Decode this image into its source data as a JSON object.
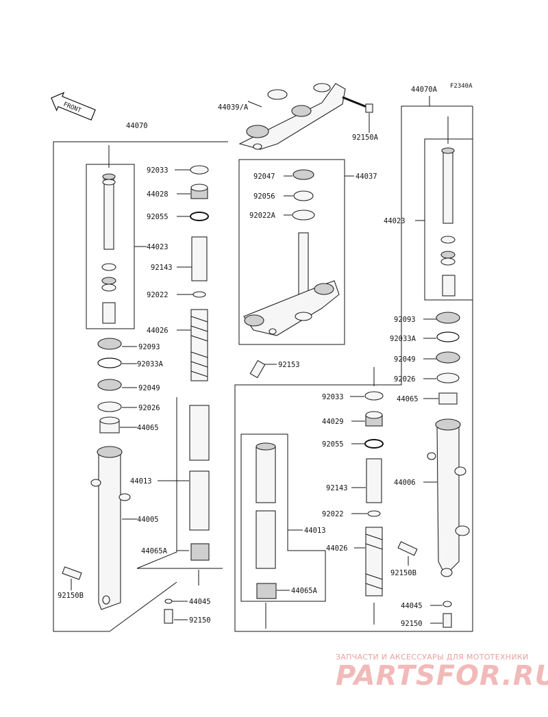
{
  "diagram": {
    "code": "F2340A",
    "front_label": "FRONT",
    "groups": {
      "left_assembly": "44070",
      "right_assembly": "44070A",
      "steering_stem_group": "44037"
    },
    "top": {
      "upper_bracket": "44039/A",
      "bolt": "92150A"
    },
    "stem": {
      "p1": "92047",
      "p2": "92056",
      "p3": "92022A",
      "bolt": "92153"
    },
    "left": {
      "inner_tube_group": "44023",
      "r1": "92033",
      "r2": "44028",
      "r3": "92055",
      "r4": "92143",
      "r5": "92022",
      "r6": "44026",
      "l1": "92093",
      "l2": "92033A",
      "l3": "92049",
      "l4": "92026",
      "l5": "44065",
      "guide": "44013",
      "outer": "44005",
      "guide_bushing": "44065A",
      "gasket": "44045",
      "bottom_bolt": "92150",
      "axle_bolt": "92150B"
    },
    "right": {
      "inner_tube_group": "44023",
      "l1": "92093",
      "l2": "92033A",
      "l3": "92049",
      "l4": "92026",
      "l5": "44065",
      "outer": "44006",
      "axle_bolt": "92150B",
      "gasket": "44045",
      "bottom_bolt": "92150",
      "c1": "92033",
      "c2": "44029",
      "c3": "92055",
      "c4": "92143",
      "c5": "92022",
      "c6": "44026",
      "guide": "44013",
      "guide_bushing": "44065A"
    }
  },
  "watermark": {
    "tagline": "ЗАПЧАСТИ И АКСЕССУАРЫ ДЛЯ МОТОТЕХНИКИ",
    "brand": "PARTSFOR.RU"
  }
}
